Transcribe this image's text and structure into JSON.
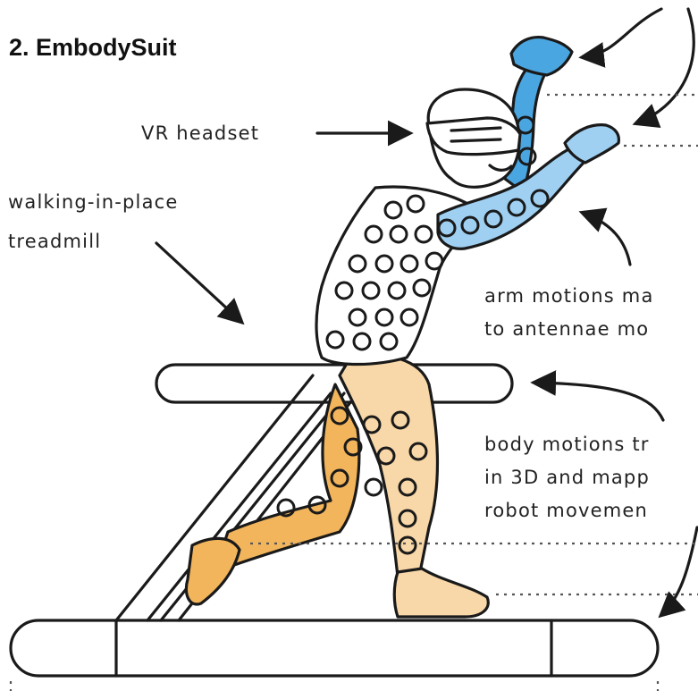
{
  "title": "2. EmbodySuit",
  "labels": {
    "vr_headset": "VR headset",
    "treadmill_line1": "walking-in-place",
    "treadmill_line2": "treadmill",
    "arm_line1": "arm motions ma",
    "arm_line2": "to antennae mo",
    "body_line1": "body motions tr",
    "body_line2": "in 3D and mapp",
    "body_line3": "robot movemen"
  },
  "colors": {
    "arm_blue_dark": "#4aa6e0",
    "arm_blue_light": "#9fd0f2",
    "leg_orange_dark": "#f2b55c",
    "leg_orange_light": "#f8d7a8",
    "line": "#1a1a1a"
  }
}
